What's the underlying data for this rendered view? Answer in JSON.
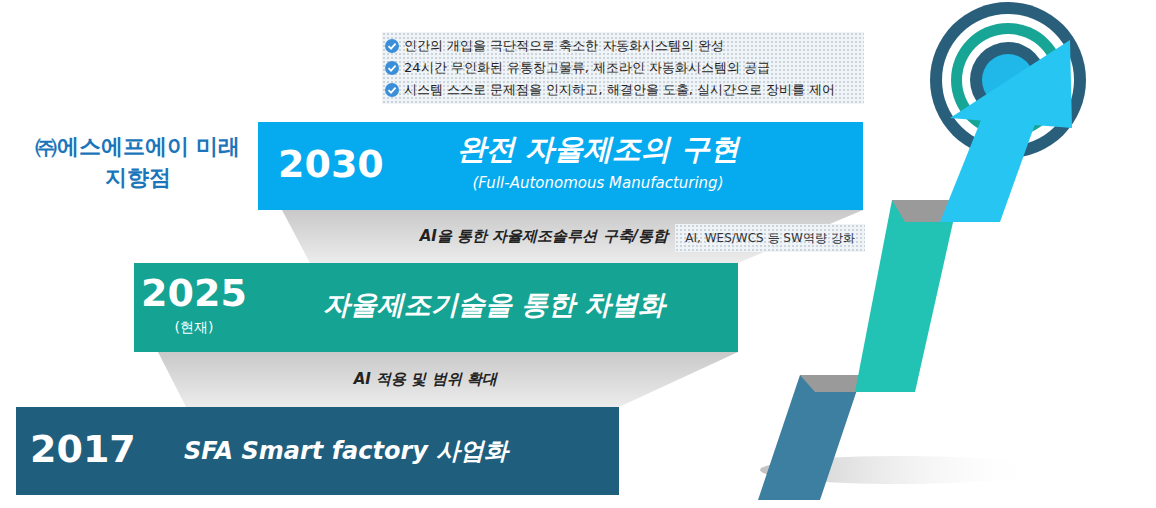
{
  "diagram": {
    "nodes": [
      {
        "text": [
          "인간의 개입을 극단적으로 축소한 자동화시스템의 완성",
          "24시간 무인화된 유통창고물류, 제조라인 자동화시스템의 공급",
          "시스템 스스로 문제점을 인지하고, 해결안을 도출, 실시간으로 장비를 제어"
        ]
      },
      {
        "text": [
          "2030",
          "완전 자율제조의 구현",
          "(Full-Autonomous Manufacturing)"
        ]
      },
      {
        "text": [
          "AI, WES/WCS 등 SW역량 강화"
        ]
      },
      {
        "text": [
          "2025",
          "(현재)",
          "자율제조기술을 통한 차별화"
        ]
      },
      {
        "text": [
          "2017",
          "SFA Smart factory 사업화"
        ]
      }
    ],
    "edges": [
      {
        "from": 4,
        "to": 3,
        "label": "AI 적용 및 범위 확대",
        "arrow": "none"
      },
      {
        "from": 3,
        "to": 1,
        "label": "AI을 통한 자율제조솔루션 구축/통합",
        "arrow": "none"
      }
    ],
    "labels": [
      "㈜에스에프에이 미래 지향점"
    ]
  }
}
